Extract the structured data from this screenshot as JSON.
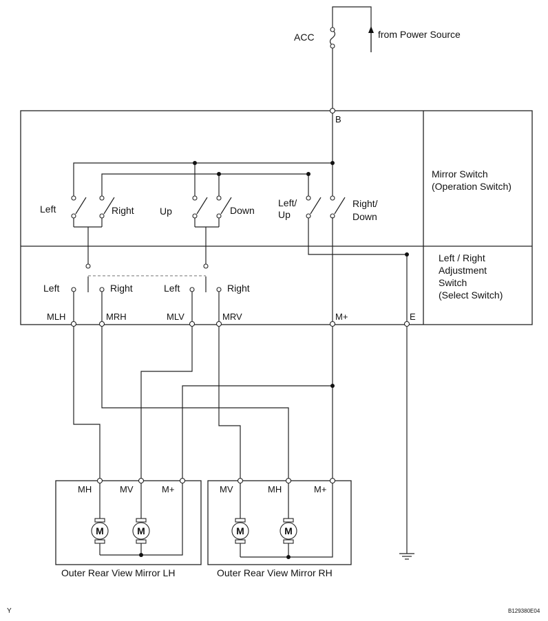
{
  "power": {
    "fuse": "ACC",
    "source": "from Power Source"
  },
  "mirror_switch": {
    "title_line1": "Mirror Switch",
    "title_line2": "(Operation Switch)",
    "terminal_b": "B",
    "left": "Left",
    "right": "Right",
    "up": "Up",
    "down": "Down",
    "left_up_1": "Left/",
    "left_up_2": "Up",
    "right_down_1": "Right/",
    "right_down_2": "Down"
  },
  "select_switch": {
    "title_line1": "Left / Right",
    "title_line2": "Adjustment",
    "title_line3": "Switch",
    "title_line4": "(Select Switch)",
    "left_a": "Left",
    "right_a": "Right",
    "left_b": "Left",
    "right_b": "Right",
    "terminals": {
      "mlh": "MLH",
      "mrh": "MRH",
      "mlv": "MLV",
      "mrv": "MRV",
      "mplus": "M+",
      "e": "E"
    }
  },
  "mirror_lh": {
    "name": "Outer Rear View Mirror LH",
    "mh": "MH",
    "mv": "MV",
    "mplus": "M+",
    "motor1": "M",
    "motor2": "M"
  },
  "mirror_rh": {
    "name": "Outer Rear View Mirror RH",
    "mv": "MV",
    "mh": "MH",
    "mplus": "M+",
    "motor1": "M",
    "motor2": "M"
  },
  "footer": {
    "left_mark": "Y",
    "code": "B129380E04"
  }
}
